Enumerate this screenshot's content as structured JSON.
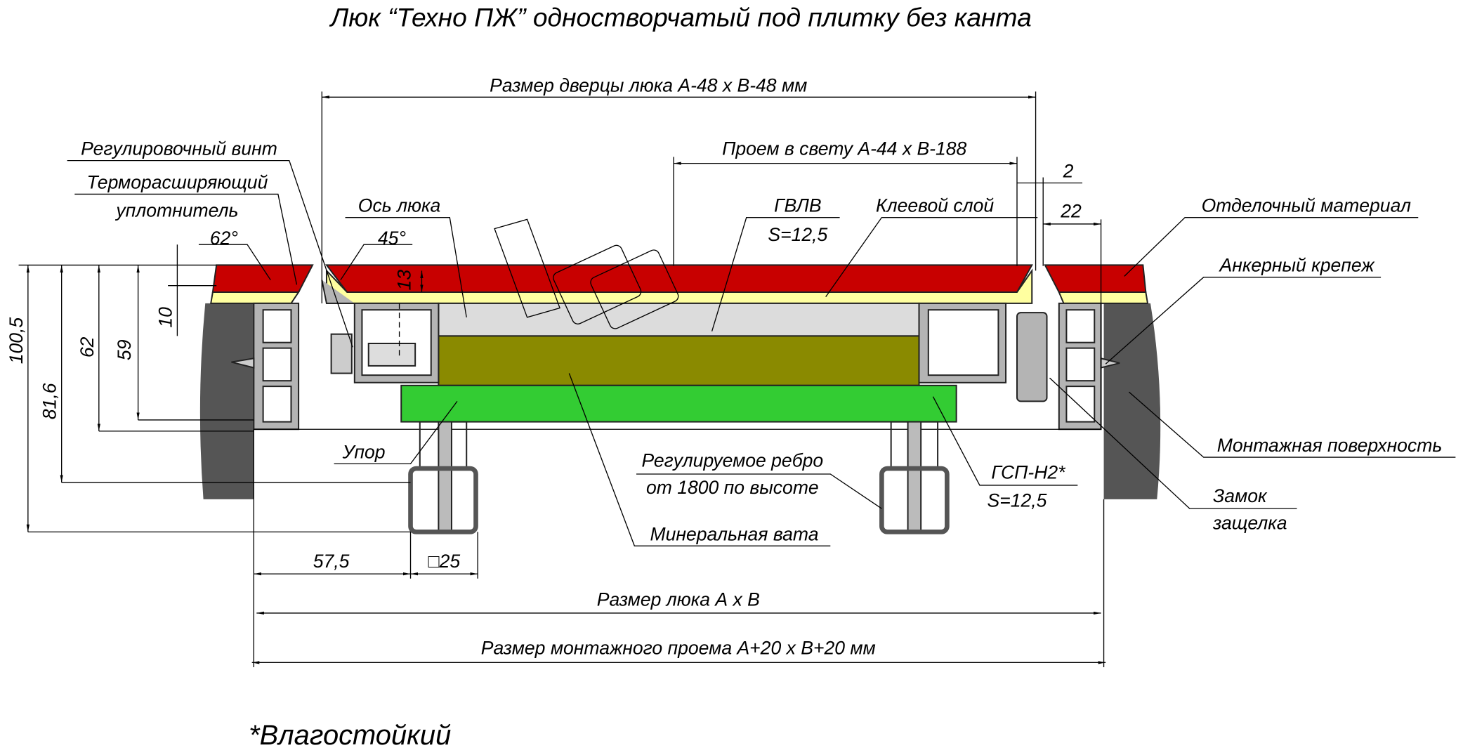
{
  "title": "Люк “Техно ПЖ” одностворчатый под плитку без канта",
  "dimensions": {
    "door_size": "Размер дверцы люка А-48 х В-48 мм",
    "clear_opening": "Проем в свету А-44 х В-188",
    "gap": "2",
    "frame_width": "22",
    "angle_62": "62°",
    "angle_45": "45°",
    "d13": "13",
    "d10": "10",
    "d59": "59",
    "d62": "62",
    "d81_6": "81,6",
    "d100_5": "100,5",
    "d57_5": "57,5",
    "rib_square": "□25",
    "hatch_size": "Размер люка А х В",
    "mounting_opening": "Размер монтажного проема А+20 х В+20 мм"
  },
  "labels": {
    "adjust_screw": "Регулировочный винт",
    "seal_line1": "Терморасширяющий",
    "seal_line2": "уплотнитель",
    "hatch_axis": "Ось люка",
    "gvlv": "ГВЛВ",
    "gvlv_s": "S=12,5",
    "glue_layer": "Клеевой слой",
    "finish_material": "Отделочный материал",
    "anchor": "Анкерный крепеж",
    "mount_surface": "Монтажная поверхность",
    "lock_line1": "Замок",
    "lock_line2": "защелка",
    "gsp": "ГСП-Н2*",
    "gsp_s": "S=12,5",
    "rib_line1": "Регулируемое ребро",
    "rib_line2": "от 1800 по высоте",
    "mineral_wool": "Минеральная вата",
    "stop": "Упор"
  },
  "footnote": "*Влагостойкий",
  "colors": {
    "finish": "#c80000",
    "glue": "#ffffa0",
    "gvlv": "#dcdcdc",
    "wool": "#8a8a00",
    "gsp": "#33cc33",
    "wall": "#555555",
    "profile": "#b4b4b4"
  }
}
